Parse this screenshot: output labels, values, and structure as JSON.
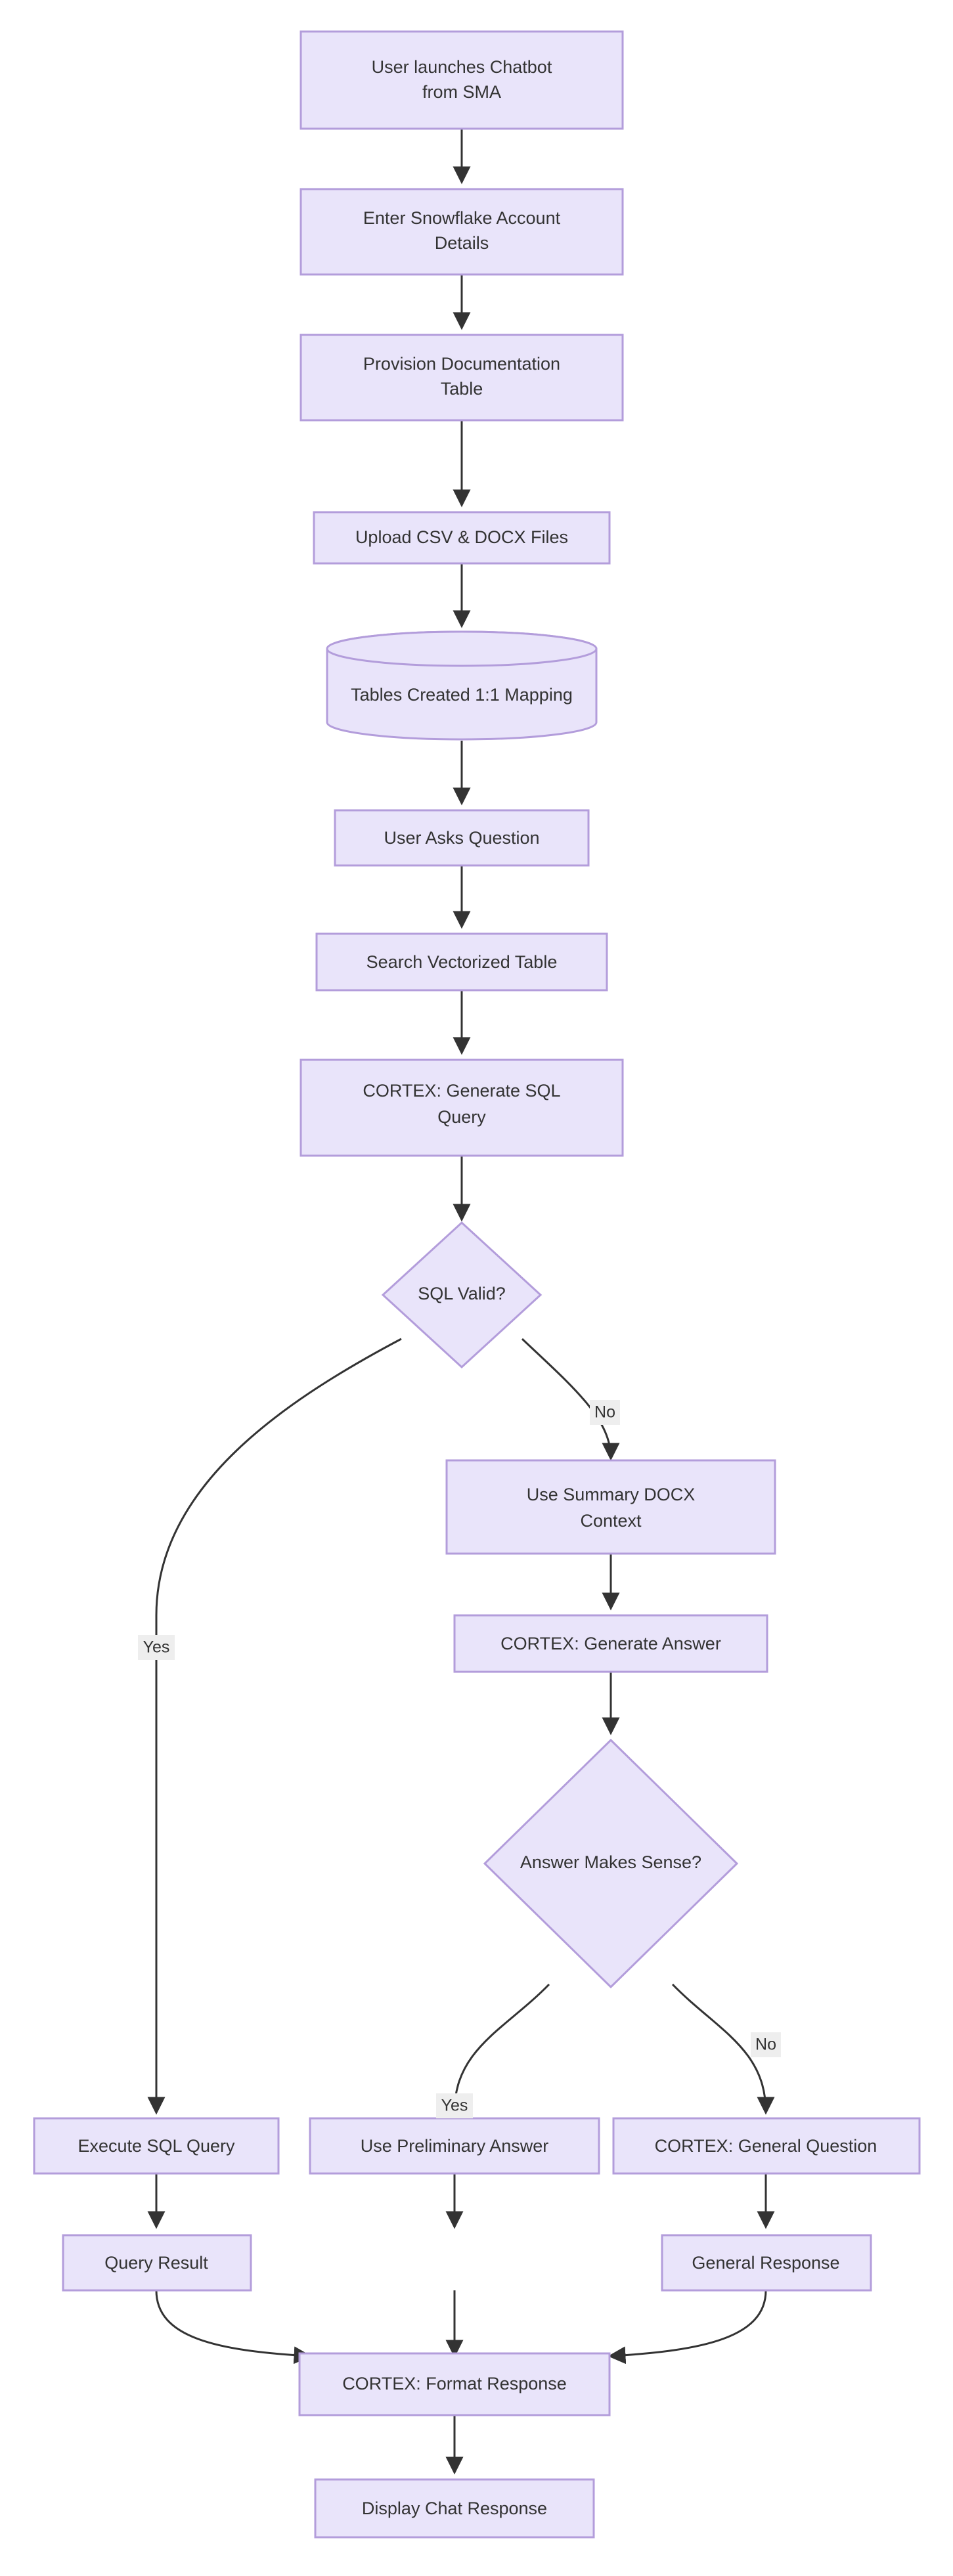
{
  "diagram": {
    "type": "flowchart",
    "direction": "top-to-bottom",
    "theme": {
      "node_fill": "#e9e4fa",
      "node_stroke": "#b39ddb",
      "edge_stroke": "#333333",
      "text_color": "#333333",
      "edge_label_bg": "#eeeeee",
      "background": "#ffffff"
    },
    "nodes": [
      {
        "id": "n1",
        "label": "User launches Chatbot from SMA",
        "line1": "User launches Chatbot",
        "line2": "from SMA",
        "shape": "rect"
      },
      {
        "id": "n2",
        "label": "Enter Snowflake Account Details",
        "line1": "Enter Snowflake Account",
        "line2": "Details",
        "shape": "rect"
      },
      {
        "id": "n3",
        "label": "Provision Documentation Table",
        "line1": "Provision Documentation",
        "line2": "Table",
        "shape": "rect"
      },
      {
        "id": "n4",
        "label": "Upload CSV & DOCX Files",
        "line1": "Upload CSV & DOCX Files",
        "line2": "",
        "shape": "rect"
      },
      {
        "id": "n5",
        "label": "Tables Created 1:1 Mapping",
        "line1": "Tables Created 1:1 Mapping",
        "line2": "",
        "shape": "cylinder"
      },
      {
        "id": "n6",
        "label": "User Asks Question",
        "line1": "User Asks Question",
        "line2": "",
        "shape": "rect"
      },
      {
        "id": "n7",
        "label": "Search Vectorized Table",
        "line1": "Search Vectorized Table",
        "line2": "",
        "shape": "rect"
      },
      {
        "id": "n8",
        "label": "CORTEX: Generate SQL Query",
        "line1": "CORTEX: Generate SQL",
        "line2": "Query",
        "shape": "rect"
      },
      {
        "id": "n9",
        "label": "SQL Valid?",
        "line1": "SQL Valid?",
        "line2": "",
        "shape": "diamond"
      },
      {
        "id": "n10",
        "label": "Use Summary DOCX Context",
        "line1": "Use Summary DOCX",
        "line2": "Context",
        "shape": "rect"
      },
      {
        "id": "n11",
        "label": "CORTEX: Generate Answer",
        "line1": "CORTEX: Generate Answer",
        "line2": "",
        "shape": "rect"
      },
      {
        "id": "n12",
        "label": "Answer Makes Sense?",
        "line1": "Answer Makes Sense?",
        "line2": "",
        "shape": "diamond"
      },
      {
        "id": "n13",
        "label": "Execute SQL Query",
        "line1": "Execute SQL Query",
        "line2": "",
        "shape": "rect"
      },
      {
        "id": "n14",
        "label": "Use Preliminary Answer",
        "line1": "Use Preliminary Answer",
        "line2": "",
        "shape": "rect"
      },
      {
        "id": "n15",
        "label": "CORTEX: General Question",
        "line1": "CORTEX: General Question",
        "line2": "",
        "shape": "rect"
      },
      {
        "id": "n16",
        "label": "Query Result",
        "line1": "Query Result",
        "line2": "",
        "shape": "rect"
      },
      {
        "id": "n17",
        "label": "General Response",
        "line1": "General Response",
        "line2": "",
        "shape": "rect"
      },
      {
        "id": "n18",
        "label": "CORTEX: Format Response",
        "line1": "CORTEX: Format Response",
        "line2": "",
        "shape": "rect"
      },
      {
        "id": "n19",
        "label": "Display Chat Response",
        "line1": "Display Chat Response",
        "line2": "",
        "shape": "rect"
      }
    ],
    "edges": [
      {
        "from": "n1",
        "to": "n2",
        "label": ""
      },
      {
        "from": "n2",
        "to": "n3",
        "label": ""
      },
      {
        "from": "n3",
        "to": "n4",
        "label": ""
      },
      {
        "from": "n4",
        "to": "n5",
        "label": ""
      },
      {
        "from": "n5",
        "to": "n6",
        "label": ""
      },
      {
        "from": "n6",
        "to": "n7",
        "label": ""
      },
      {
        "from": "n7",
        "to": "n8",
        "label": ""
      },
      {
        "from": "n8",
        "to": "n9",
        "label": ""
      },
      {
        "from": "n9",
        "to": "n13",
        "label": "Yes"
      },
      {
        "from": "n9",
        "to": "n10",
        "label": "No"
      },
      {
        "from": "n10",
        "to": "n11",
        "label": ""
      },
      {
        "from": "n11",
        "to": "n12",
        "label": ""
      },
      {
        "from": "n12",
        "to": "n14",
        "label": "Yes"
      },
      {
        "from": "n12",
        "to": "n15",
        "label": "No"
      },
      {
        "from": "n13",
        "to": "n16",
        "label": ""
      },
      {
        "from": "n15",
        "to": "n17",
        "label": ""
      },
      {
        "from": "n16",
        "to": "n18",
        "label": ""
      },
      {
        "from": "n14",
        "to": "n18",
        "label": ""
      },
      {
        "from": "n17",
        "to": "n18",
        "label": ""
      },
      {
        "from": "n18",
        "to": "n19",
        "label": ""
      }
    ],
    "edge_labels": [
      {
        "id": "el1",
        "text": "No"
      },
      {
        "id": "el2",
        "text": "Yes"
      },
      {
        "id": "el3",
        "text": "Yes"
      },
      {
        "id": "el4",
        "text": "No"
      }
    ]
  }
}
